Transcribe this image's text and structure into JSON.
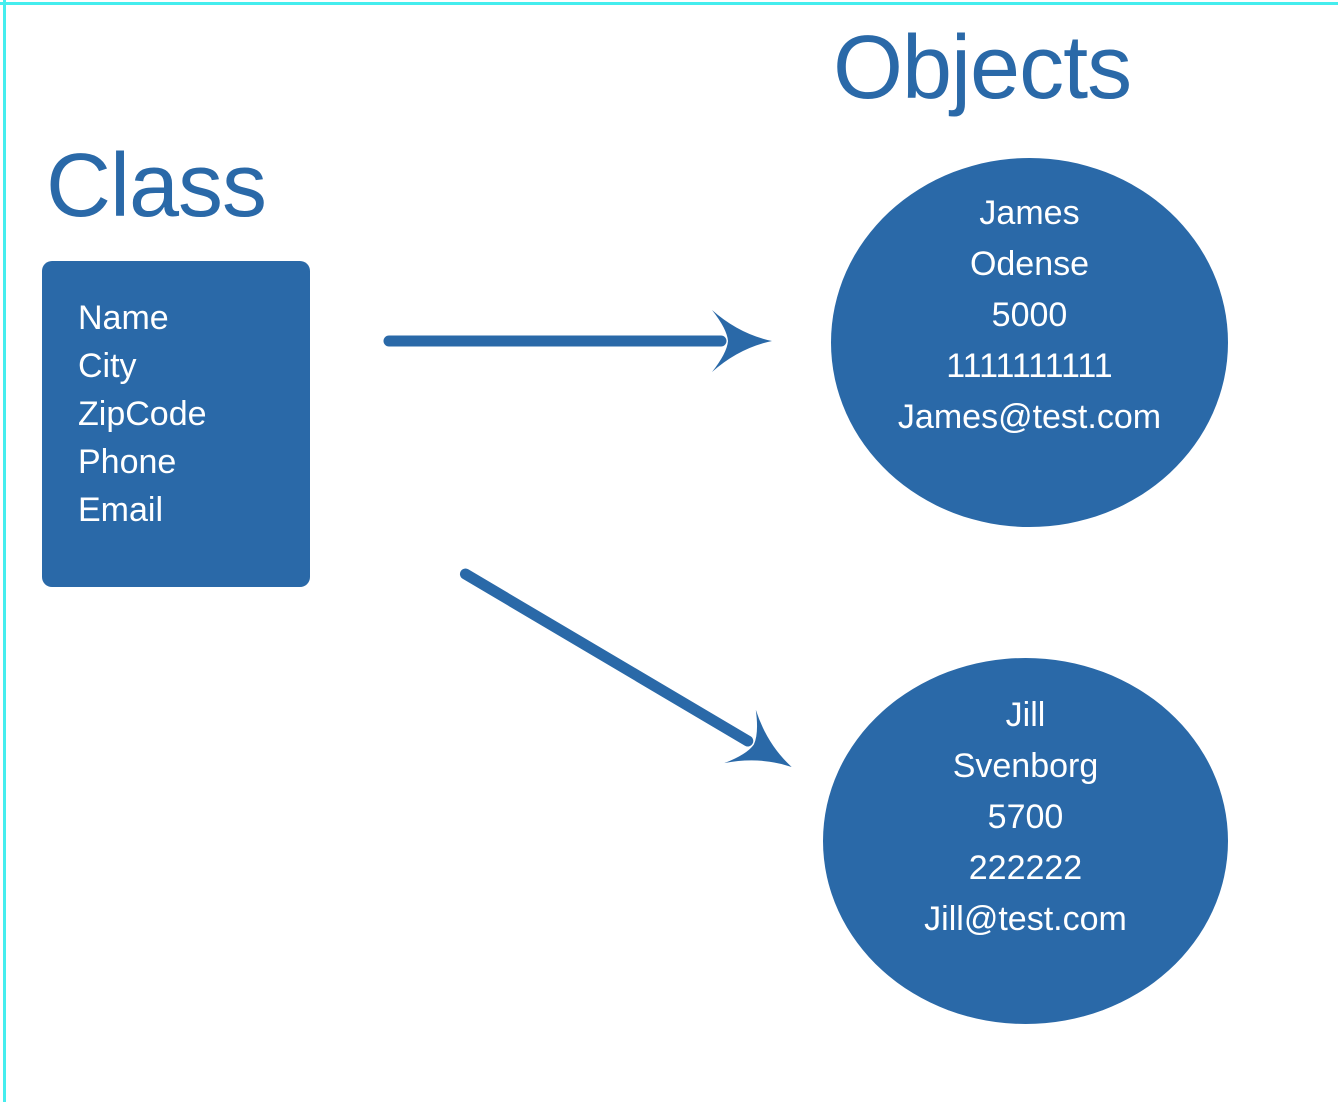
{
  "colors": {
    "accent_blue": "#2A69A8",
    "guide_cyan": "#45EDEE",
    "text_on_blue": "#FFFFFF",
    "background": "#FFFFFF"
  },
  "titles": {
    "class": "Class",
    "objects": "Objects"
  },
  "class_box": {
    "attributes": [
      "Name",
      "City",
      "ZipCode",
      "Phone",
      "Email"
    ]
  },
  "objects": [
    {
      "name": "James",
      "city": "Odense",
      "zipcode": "5000",
      "phone": "1111111111",
      "email": "James@test.com"
    },
    {
      "name": "Jill",
      "city": "Svenborg",
      "zipcode": "5700",
      "phone": "222222",
      "email": "Jill@test.com"
    }
  ],
  "icons": {
    "arrow_to_first_object": "arrow-right-icon",
    "arrow_to_second_object": "arrow-down-right-icon"
  }
}
